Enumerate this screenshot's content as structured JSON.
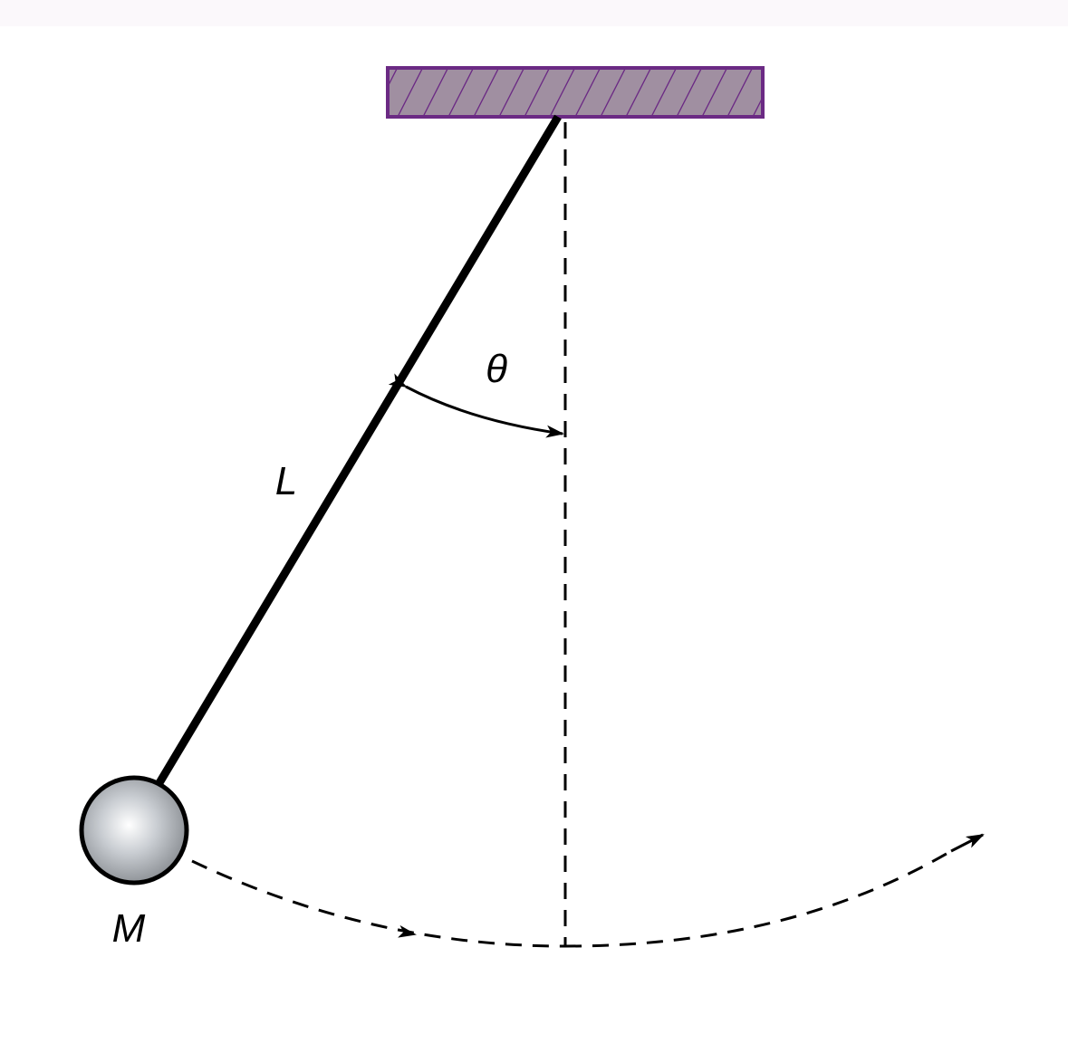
{
  "labels": {
    "angle": "θ",
    "length": "L",
    "mass": "M"
  },
  "colors": {
    "top_band": "#fbf8fb",
    "support_fill": "#a08fa1",
    "support_stroke": "#6b2a84",
    "line": "#000000",
    "bob_light": "#ffffff",
    "bob_mid": "#c9cdd2",
    "bob_dark": "#868a8f"
  },
  "icons": {
    "support": "hatched-ceiling-support",
    "bob": "sphere-bob",
    "angle_arrow": "double-headed-arc-arrow",
    "path_arrow": "dashed-arc-arrow"
  }
}
